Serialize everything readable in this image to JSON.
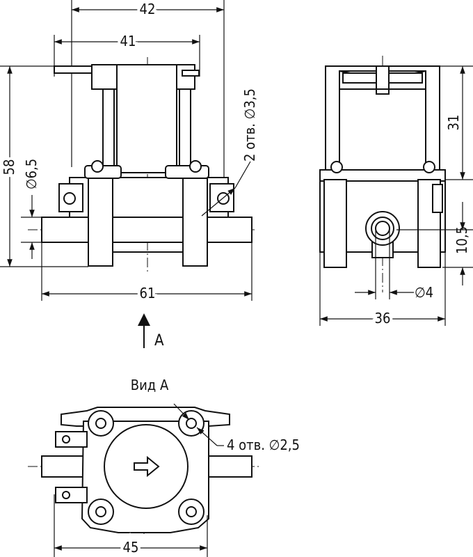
{
  "drawing": {
    "front_view": {
      "dim_top_overall": "42",
      "dim_top_inner": "41",
      "dim_left_height": "58",
      "dim_left_diameter": "∅6,5",
      "dim_bottom_width": "61",
      "hole_callout": "2 отв. ∅3,5"
    },
    "side_view": {
      "dim_height_upper": "31",
      "dim_height_lower": "10,5",
      "dim_port_diameter": "∅4",
      "dim_width": "36"
    },
    "view_arrow": {
      "label": "А"
    },
    "view_a": {
      "title": "Вид А",
      "hole_callout": "4 отв. ∅2,5",
      "dim_width": "45"
    }
  }
}
